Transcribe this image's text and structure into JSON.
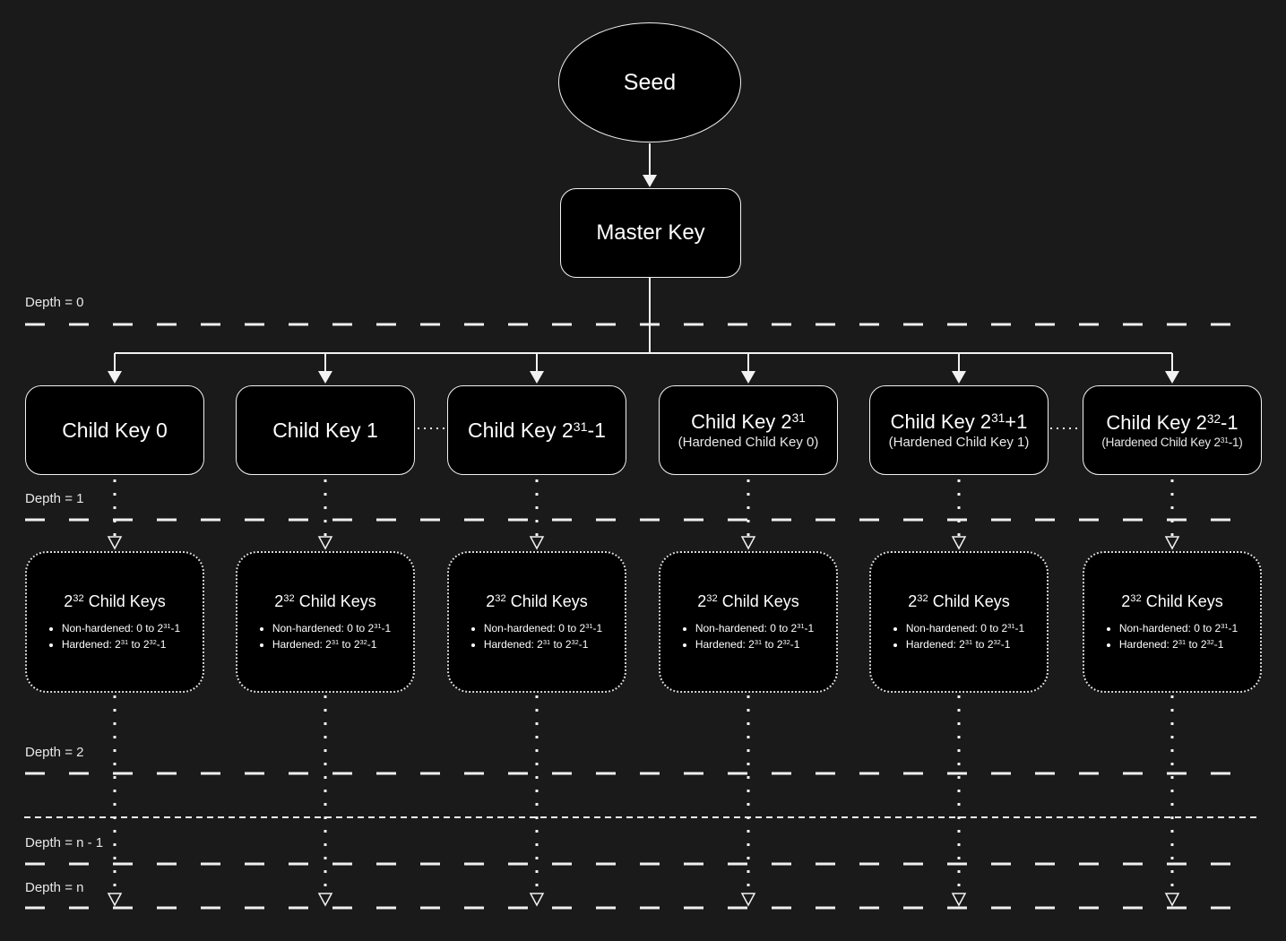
{
  "colors": {
    "background": "#1a1a1a",
    "node_fill": "#000000",
    "line": "#f2f2f2",
    "text": "#ffffff"
  },
  "root": {
    "seed_label": "Seed",
    "master_key_label": "Master Key"
  },
  "depth_labels": [
    {
      "label": "Depth = 0"
    },
    {
      "label": "Depth = 1"
    },
    {
      "label": "Depth = 2"
    },
    {
      "label": "Depth = n - 1"
    },
    {
      "label": "Depth = n"
    }
  ],
  "child_keys": [
    {
      "title_pre": "Child Key 0"
    },
    {
      "title_pre": "Child Key 1"
    },
    {
      "title_pre": "Child Key 2",
      "title_sup": "31",
      "title_post": "-1"
    },
    {
      "title_pre": "Child Key 2",
      "title_sup": "31",
      "title_post": "",
      "subtitle": "(Hardened Child Key 0)"
    },
    {
      "title_pre": "Child Key 2",
      "title_sup": "31",
      "title_post": "+1",
      "subtitle": "(Hardened Child Key 1)"
    },
    {
      "title_pre": "Child Key 2",
      "title_sup": "32",
      "title_post": "-1",
      "subtitle_pre": "(Hardened Child Key 2",
      "subtitle_sup": "31",
      "subtitle_post": "-1)"
    }
  ],
  "grandchild_box": {
    "title_pre": "2",
    "title_sup": "32",
    "title_post": " Child Keys",
    "bullets": [
      {
        "pre": "Non-hardened: 0 to 2",
        "sup1": "31",
        "post": "-1"
      },
      {
        "pre": "Hardened: 2",
        "sup1": "31",
        "mid": " to 2",
        "sup2": "32",
        "post": "-1"
      }
    ]
  }
}
